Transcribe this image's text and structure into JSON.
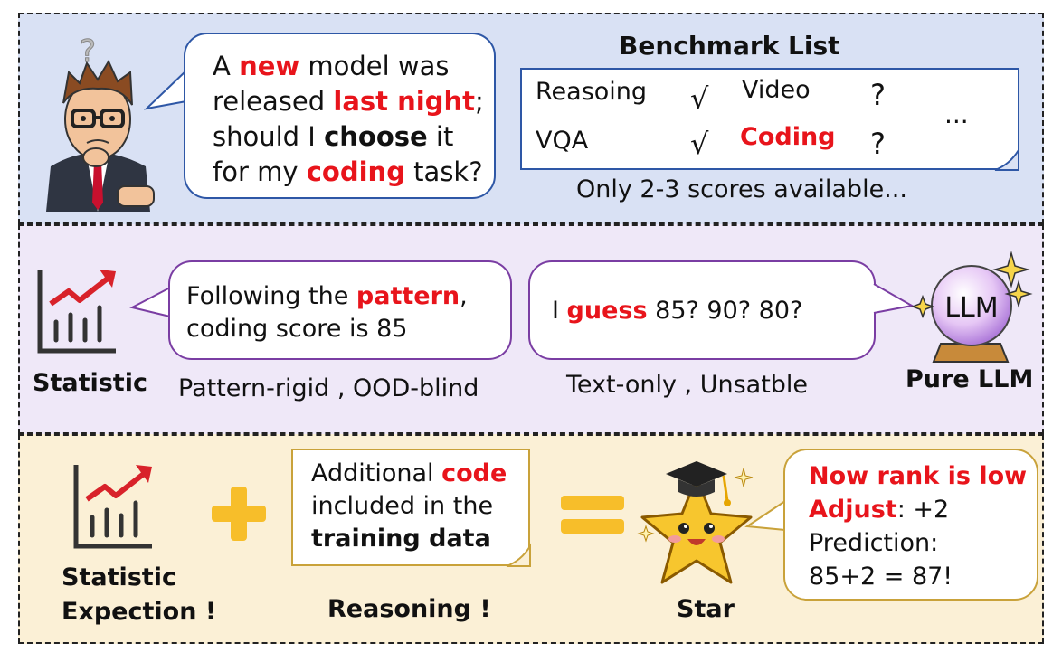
{
  "top": {
    "speech": {
      "l1a": "A ",
      "l1b": "new",
      "l1c": " model was",
      "l2a": "released ",
      "l2b": "last night",
      "l2c": ";",
      "l3a": "should I ",
      "l3b": "choose",
      "l3c": " it",
      "l4a": "for my ",
      "l4b": "coding",
      "l4c": " task?"
    },
    "benchmark_title": "Benchmark List",
    "benchmarks": {
      "reasoning": "Reasoing",
      "reasoning_mark": "√",
      "video": "Video",
      "video_mark": "?",
      "vqa": "VQA",
      "vqa_mark": "√",
      "coding": "Coding",
      "coding_mark": "?",
      "more": "..."
    },
    "note": "Only 2-3 scores available...",
    "person_question_mark": "?"
  },
  "middle": {
    "statistic_label": "Statistic",
    "statistic_bubble": {
      "a": "Following the ",
      "b": "pattern",
      "c": ",",
      "d": "coding score is 85"
    },
    "statistic_caption": "Pattern-rigid , OOD-blind",
    "llm_bubble": {
      "a": "I ",
      "b": "guess",
      "c": " 85? 90? 80?"
    },
    "llm_caption": "Text-only , Unsatble",
    "llm_orb_text": "LLM",
    "llm_label": "Pure LLM"
  },
  "bottom": {
    "statistic_label_1": "Statistic",
    "statistic_label_2": "Expection !",
    "note": {
      "a": "Additional ",
      "b": "code",
      "c": "included in the",
      "d": "training data"
    },
    "reasoning_label": "Reasoning !",
    "star_label": "Star",
    "result": {
      "l1": "Now rank is low",
      "l2a": "Adjust",
      "l2b": ": +2",
      "l3": "Prediction:",
      "l4": "85+2 = 87!"
    }
  },
  "colors": {
    "accent_red": "#e8141b",
    "plus_yellow": "#f7be2a",
    "panel_blue": "#d9e1f4",
    "panel_purple": "#efe8f8",
    "panel_yellow": "#fbf0d6"
  }
}
